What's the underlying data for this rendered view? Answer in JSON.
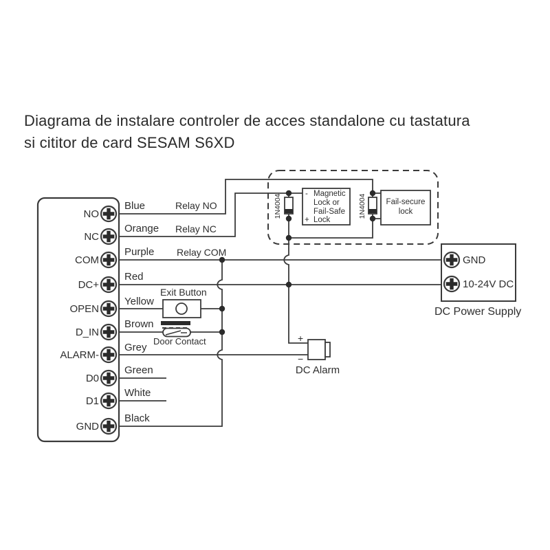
{
  "title": {
    "line1": "Diagrama de instalare controler de acces standalone cu tastatura",
    "line2": "si cititor de card SESAM S6XD"
  },
  "controller": {
    "terminals": [
      {
        "name": "NO",
        "wire_color": "Blue",
        "relay_label": "Relay NO"
      },
      {
        "name": "NC",
        "wire_color": "Orange",
        "relay_label": "Relay NC"
      },
      {
        "name": "COM",
        "wire_color": "Purple",
        "relay_label": "Relay COM"
      },
      {
        "name": "DC+",
        "wire_color": "Red",
        "relay_label": ""
      },
      {
        "name": "OPEN",
        "wire_color": "Yellow",
        "relay_label": ""
      },
      {
        "name": "D_IN",
        "wire_color": "Brown",
        "relay_label": ""
      },
      {
        "name": "ALARM-",
        "wire_color": "Grey",
        "relay_label": ""
      },
      {
        "name": "D0",
        "wire_color": "Green",
        "relay_label": ""
      },
      {
        "name": "D1",
        "wire_color": "White",
        "relay_label": ""
      },
      {
        "name": "GND",
        "wire_color": "Black",
        "relay_label": ""
      }
    ]
  },
  "lock_section": {
    "diode_left_label": "1N4004",
    "diode_right_label": "1N4004",
    "magnetic_lock": {
      "minus_sign": "-",
      "plus_sign": "+",
      "line1": "Magnetic",
      "line2": "Lock or",
      "line3": "Fail-Safe",
      "line4": "Lock"
    },
    "fail_secure_lock": {
      "line1": "Fail-secure",
      "line2": "lock"
    }
  },
  "components": {
    "exit_button_label": "Exit Button",
    "door_contact_label": "Door Contact",
    "dc_alarm": {
      "label": "DC Alarm",
      "plus_sign": "+",
      "minus_sign": "−"
    }
  },
  "power_supply": {
    "terminal_gnd": "GND",
    "terminal_power": "10-24V DC",
    "label": "DC Power Supply"
  },
  "colors": {
    "line": "#3a3a3a",
    "text": "#2e2e2e",
    "background": "#ffffff"
  }
}
